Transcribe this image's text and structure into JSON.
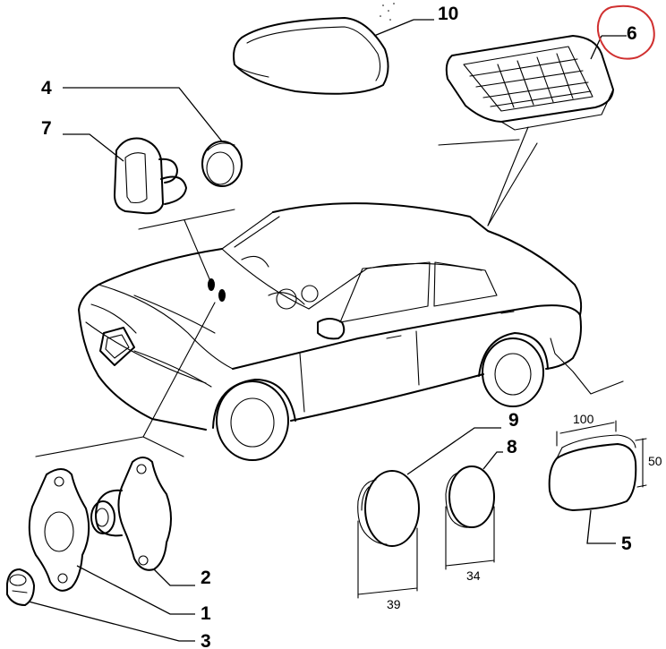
{
  "callouts": {
    "c1": "1",
    "c2": "2",
    "c3": "3",
    "c4": "4",
    "c5": "5",
    "c6": "6",
    "c7": "7",
    "c8": "8",
    "c9": "9",
    "c10": "10"
  },
  "dimensions": {
    "d100": "100",
    "d50": "50",
    "d34": "34",
    "d39": "39"
  },
  "colors": {
    "line": "#000000",
    "highlight_circle": "#d03030",
    "background": "#ffffff"
  }
}
